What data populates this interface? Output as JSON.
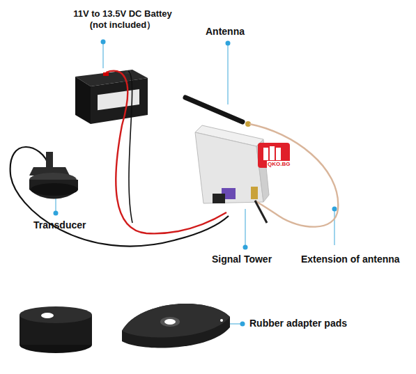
{
  "diagram": {
    "labels": [
      "11V to 13.5V DC Battey (not included）",
      "Antenna",
      "Transducer",
      "Signal Tower",
      "Extension of antenna",
      "Rubber adapter pads",
      "QKO.BG"
    ]
  }
}
